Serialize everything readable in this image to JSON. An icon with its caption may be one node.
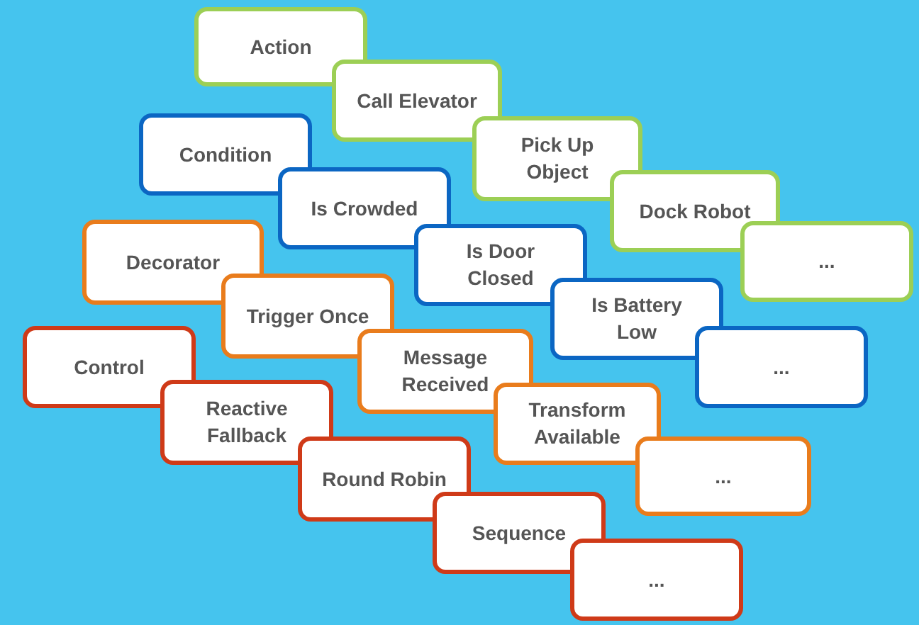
{
  "diagram": {
    "nodes": [
      {
        "text": [
          "Action"
        ]
      },
      {
        "text": [
          "Call Elevator"
        ]
      },
      {
        "text": [
          "Pick Up Object"
        ]
      },
      {
        "text": [
          "Dock Robot"
        ]
      },
      {
        "text": [
          "..."
        ]
      },
      {
        "text": [
          "Condition"
        ]
      },
      {
        "text": [
          "Is Crowded"
        ]
      },
      {
        "text": [
          "Is Door Closed"
        ]
      },
      {
        "text": [
          "Is Battery Low"
        ]
      },
      {
        "text": [
          "..."
        ]
      },
      {
        "text": [
          "Decorator"
        ]
      },
      {
        "text": [
          "Trigger Once"
        ]
      },
      {
        "text": [
          "Message Received"
        ]
      },
      {
        "text": [
          "Transform Available"
        ]
      },
      {
        "text": [
          "..."
        ]
      },
      {
        "text": [
          "Control"
        ]
      },
      {
        "text": [
          "Reactive Fallback"
        ]
      },
      {
        "text": [
          "Round Robin"
        ]
      },
      {
        "text": [
          "Sequence"
        ]
      },
      {
        "text": [
          "..."
        ]
      }
    ]
  }
}
